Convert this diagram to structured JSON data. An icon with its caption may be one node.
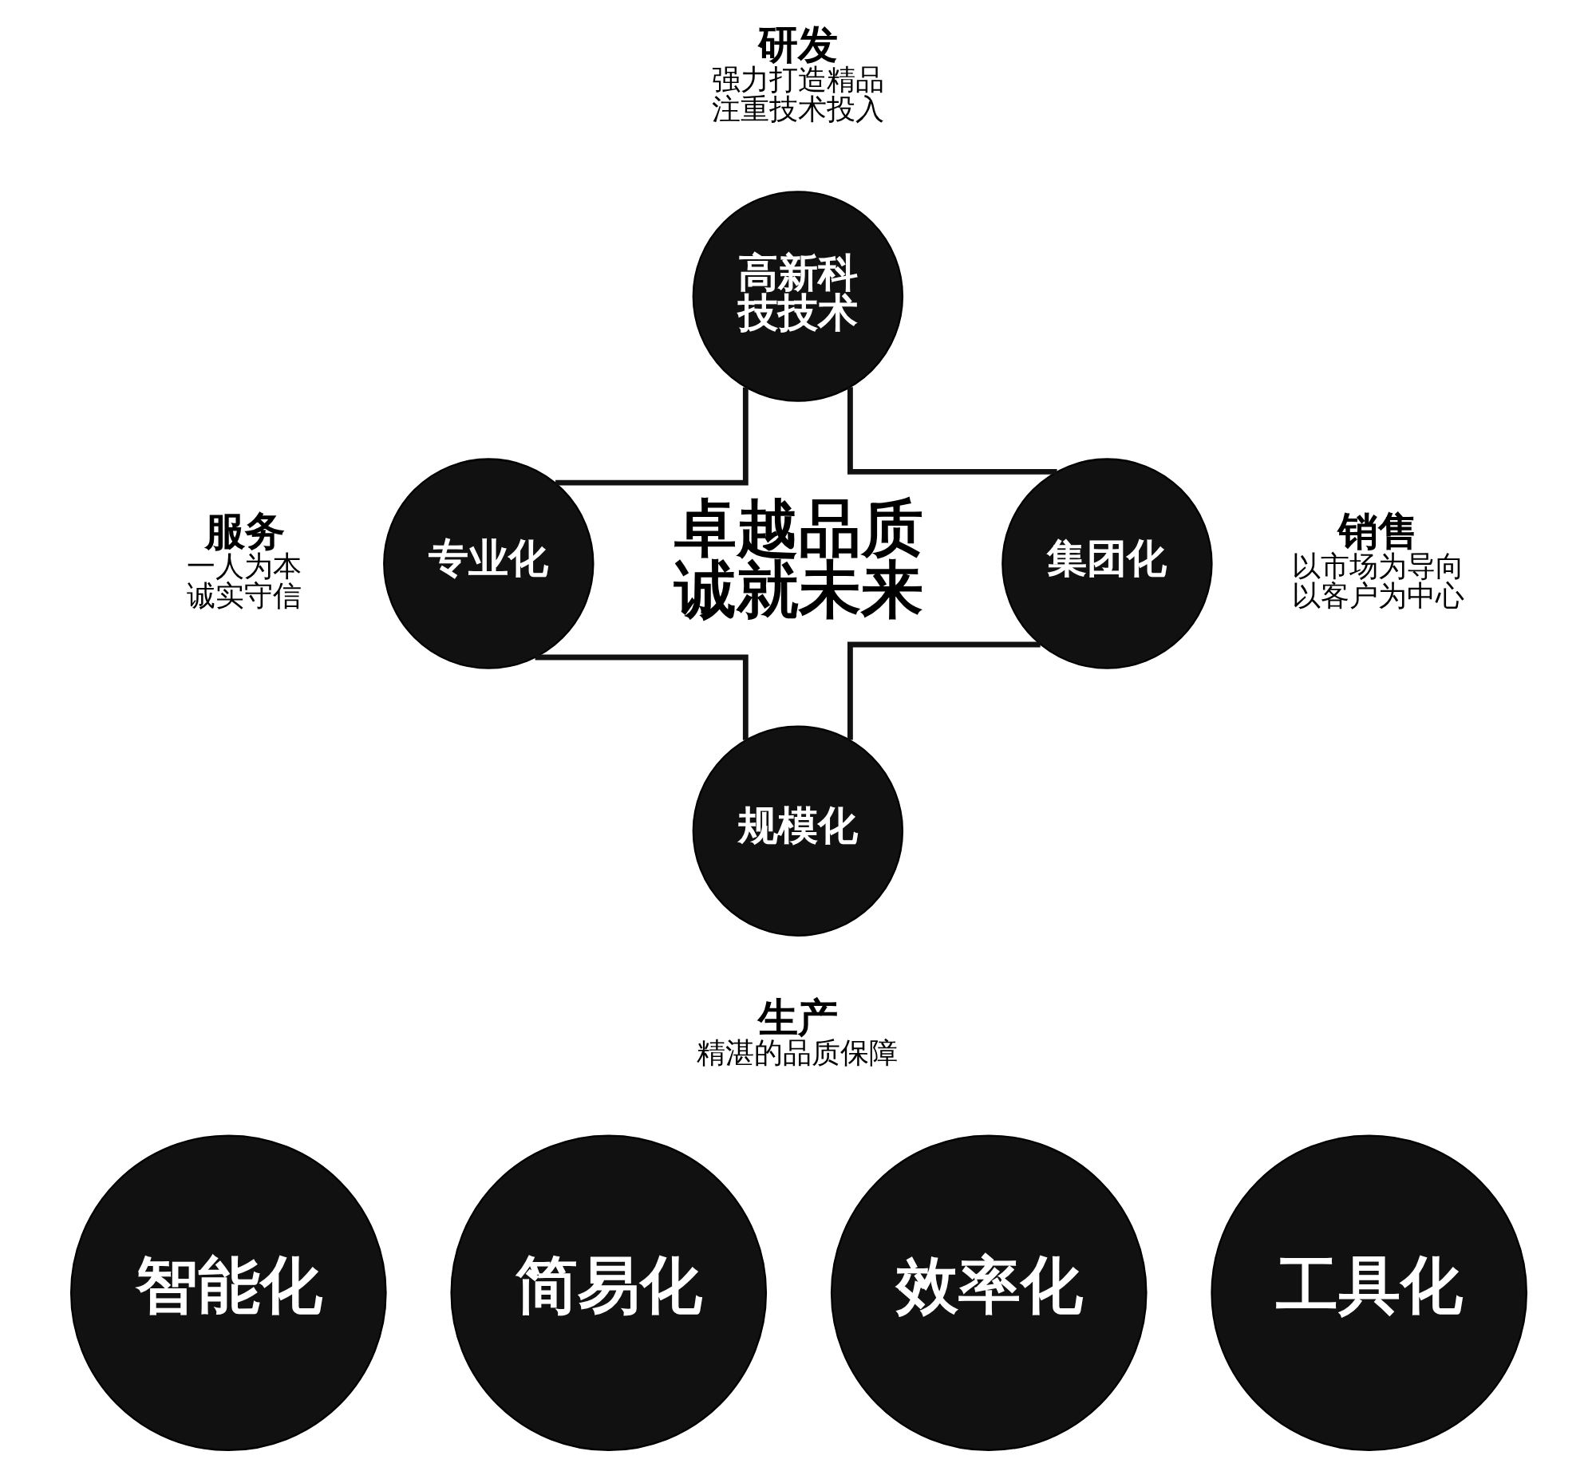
{
  "diagram": {
    "nodes": [
      {
        "text": [
          "高新科技技术"
        ],
        "beside": [
          "研发",
          "强力打造精品注重技术投入"
        ]
      },
      {
        "text": [
          "专业化"
        ],
        "beside": [
          "服务",
          "一人为本诚实守信"
        ]
      },
      {
        "text": [
          "集团化"
        ],
        "beside": [
          "销售",
          "以市场为导向以客户为中心"
        ]
      },
      {
        "text": [
          "规模化"
        ],
        "beside": [
          "生产",
          "精湛的品质保障"
        ]
      },
      {
        "text": [
          "智能化"
        ]
      },
      {
        "text": [
          "简易化"
        ]
      },
      {
        "text": [
          "效率化"
        ]
      },
      {
        "text": [
          "工具化"
        ]
      }
    ],
    "edges": [
      {
        "from": 0,
        "to": 1,
        "arrow": "none"
      },
      {
        "from": 0,
        "to": 2,
        "arrow": "none"
      },
      {
        "from": 1,
        "to": 3,
        "arrow": "none"
      },
      {
        "from": 2,
        "to": 3,
        "arrow": "none"
      }
    ],
    "labels": [
      "卓越品质诚就未来"
    ]
  }
}
